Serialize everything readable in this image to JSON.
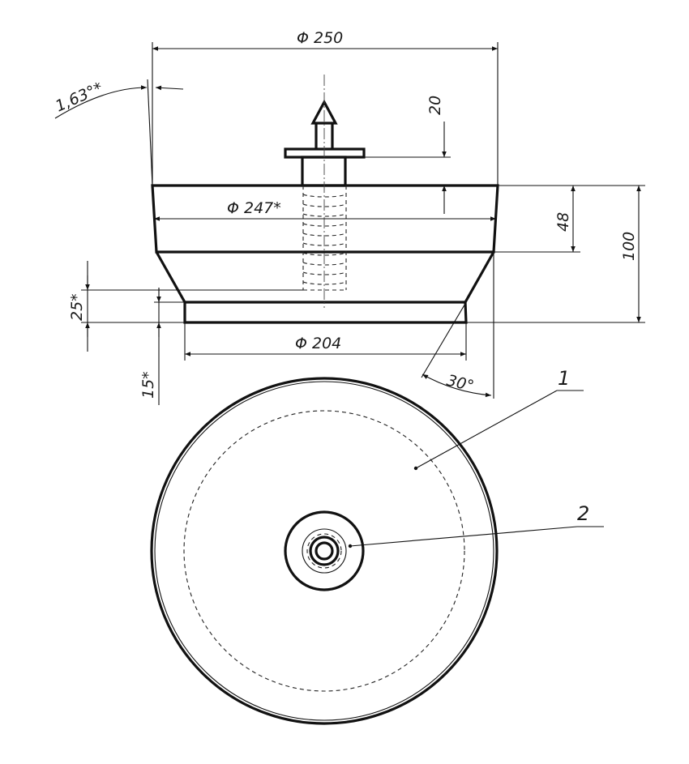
{
  "drawing": {
    "dimensions": {
      "d250": "Φ 250",
      "d247": "Φ 247*",
      "d204": "Φ 204",
      "h20": "20",
      "h48": "48",
      "h100": "100",
      "h25": "25*",
      "h15": "15*",
      "a163": "1,63°*",
      "a30": "30°"
    },
    "callouts": {
      "part1": "1",
      "part2": "2"
    },
    "colors": {
      "line": "#111111",
      "background": "#ffffff"
    }
  }
}
